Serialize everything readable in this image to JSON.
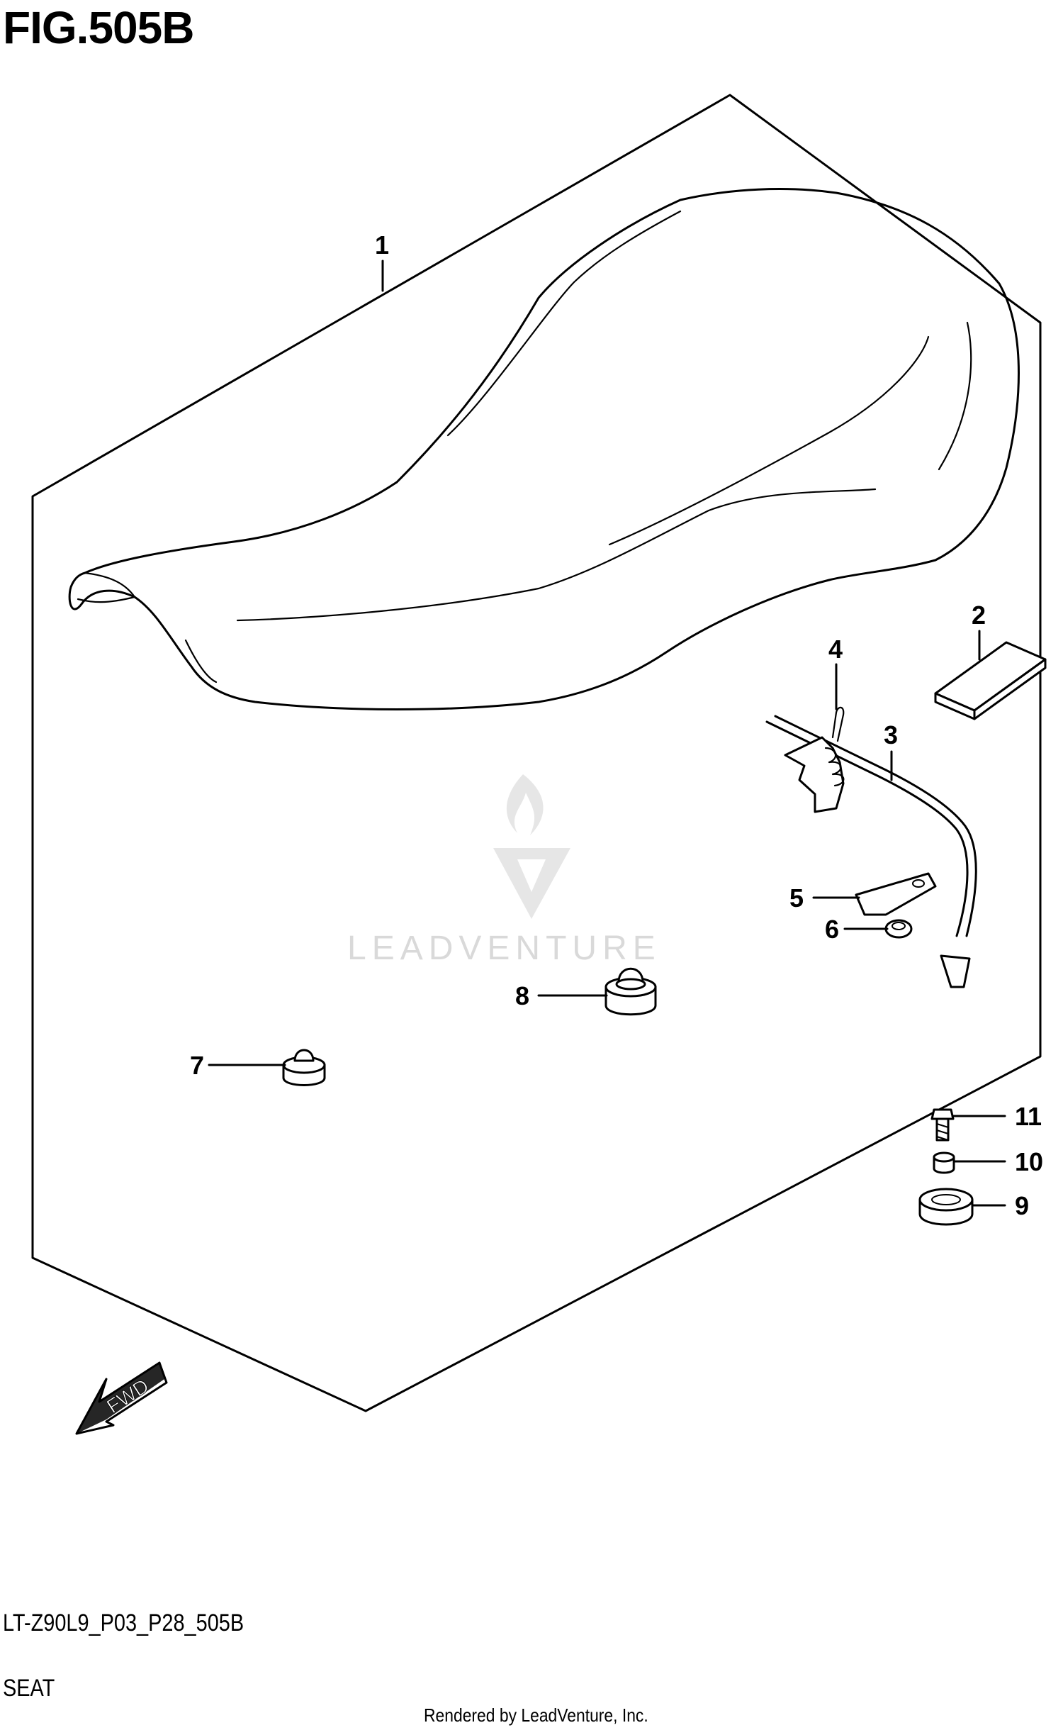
{
  "figure": {
    "title": "FIG.505B"
  },
  "callouts": [
    {
      "num": "1",
      "part": "seat"
    },
    {
      "num": "2",
      "part": "cushion-pad"
    },
    {
      "num": "3",
      "part": "seat-lock-rod"
    },
    {
      "num": "4",
      "part": "spring"
    },
    {
      "num": "5",
      "part": "plate"
    },
    {
      "num": "6",
      "part": "nut"
    },
    {
      "num": "7",
      "part": "cushion"
    },
    {
      "num": "8",
      "part": "cushion"
    },
    {
      "num": "9",
      "part": "cushion"
    },
    {
      "num": "10",
      "part": "collar"
    },
    {
      "num": "11",
      "part": "bolt"
    }
  ],
  "direction_marker": {
    "text": "FWD"
  },
  "footer": {
    "code": "LT-Z90L9_P03_P28_505B",
    "section": "SEAT",
    "credit": "Rendered by LeadVenture, Inc."
  },
  "watermark": {
    "text": "LEADVENTURE"
  }
}
